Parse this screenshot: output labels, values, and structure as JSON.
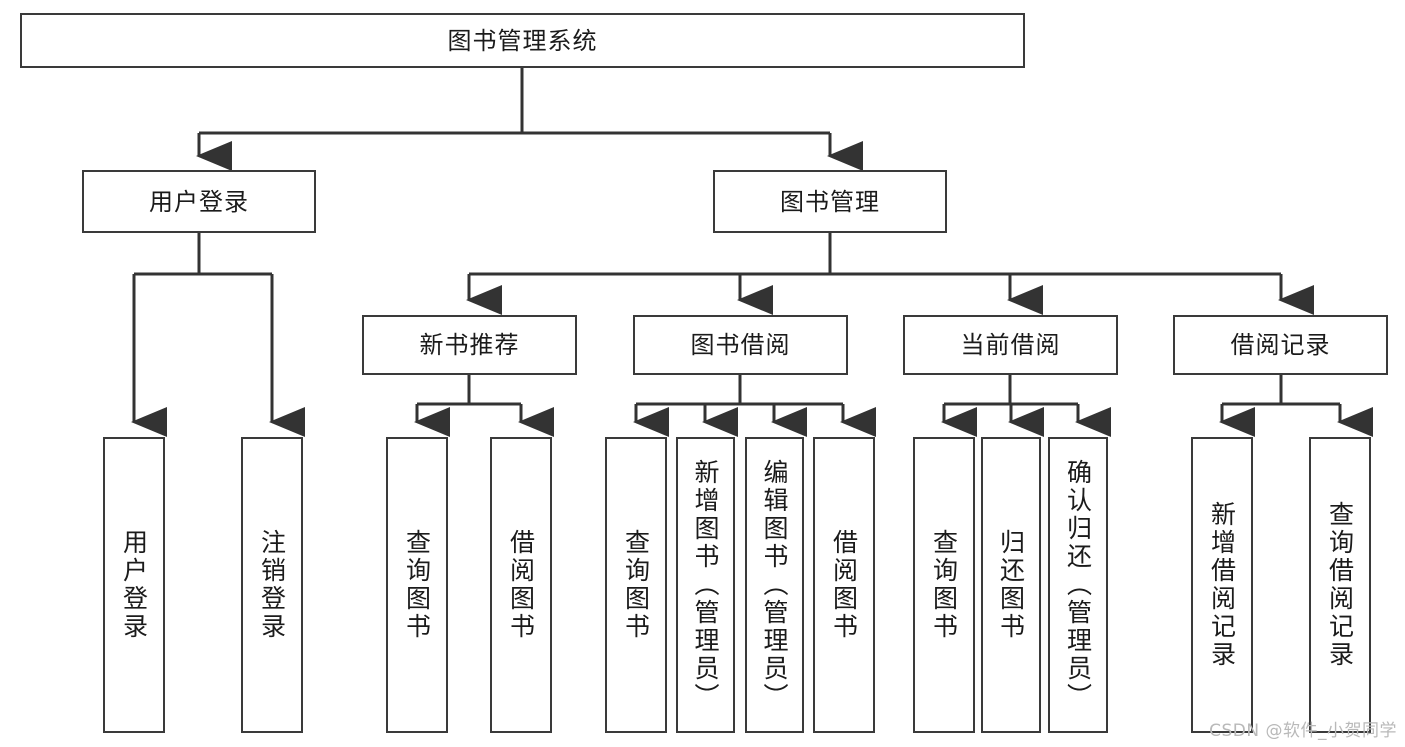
{
  "diagram": {
    "type": "tree-hierarchy",
    "title": "图书管理系统",
    "watermark": "CSDN @软件_小贺同学",
    "colors": {
      "box_border": "#3a3a3a",
      "box_fill": "#ffffff",
      "connector": "#333333",
      "text": "#1b1b1b",
      "watermark": "#b9b9b9"
    },
    "nodes": {
      "root": {
        "label": "图书管理系统"
      },
      "level2": [
        {
          "id": "user-login",
          "label": "用户登录"
        },
        {
          "id": "book-management",
          "label": "图书管理"
        }
      ],
      "level3": [
        {
          "id": "new-book-recommend",
          "label": "新书推荐"
        },
        {
          "id": "book-borrow",
          "label": "图书借阅"
        },
        {
          "id": "current-borrow",
          "label": "当前借阅"
        },
        {
          "id": "borrow-record",
          "label": "借阅记录"
        }
      ],
      "leaves": {
        "user_login": [
          {
            "id": "leaf-user-login",
            "label": "用户登录"
          },
          {
            "id": "leaf-logout-login",
            "label": "注销登录"
          }
        ],
        "new_book_recommend": [
          {
            "id": "leaf-query-book-1",
            "label": "查询图书"
          },
          {
            "id": "leaf-borrow-book-1",
            "label": "借阅图书"
          }
        ],
        "book_borrow": [
          {
            "id": "leaf-query-book-2",
            "label": "查询图书"
          },
          {
            "id": "leaf-add-book-admin",
            "label": "新增图书（管理员）"
          },
          {
            "id": "leaf-edit-book-admin",
            "label": "编辑图书（管理员）"
          },
          {
            "id": "leaf-borrow-book-2",
            "label": "借阅图书"
          }
        ],
        "current_borrow": [
          {
            "id": "leaf-query-book-3",
            "label": "查询图书"
          },
          {
            "id": "leaf-return-book",
            "label": "归还图书"
          },
          {
            "id": "leaf-confirm-return-admin",
            "label": "确认归还（管理员）"
          }
        ],
        "borrow_record": [
          {
            "id": "leaf-add-borrow-record",
            "label": "新增借阅记录"
          },
          {
            "id": "leaf-query-borrow-record",
            "label": "查询借阅记录"
          }
        ]
      }
    }
  }
}
